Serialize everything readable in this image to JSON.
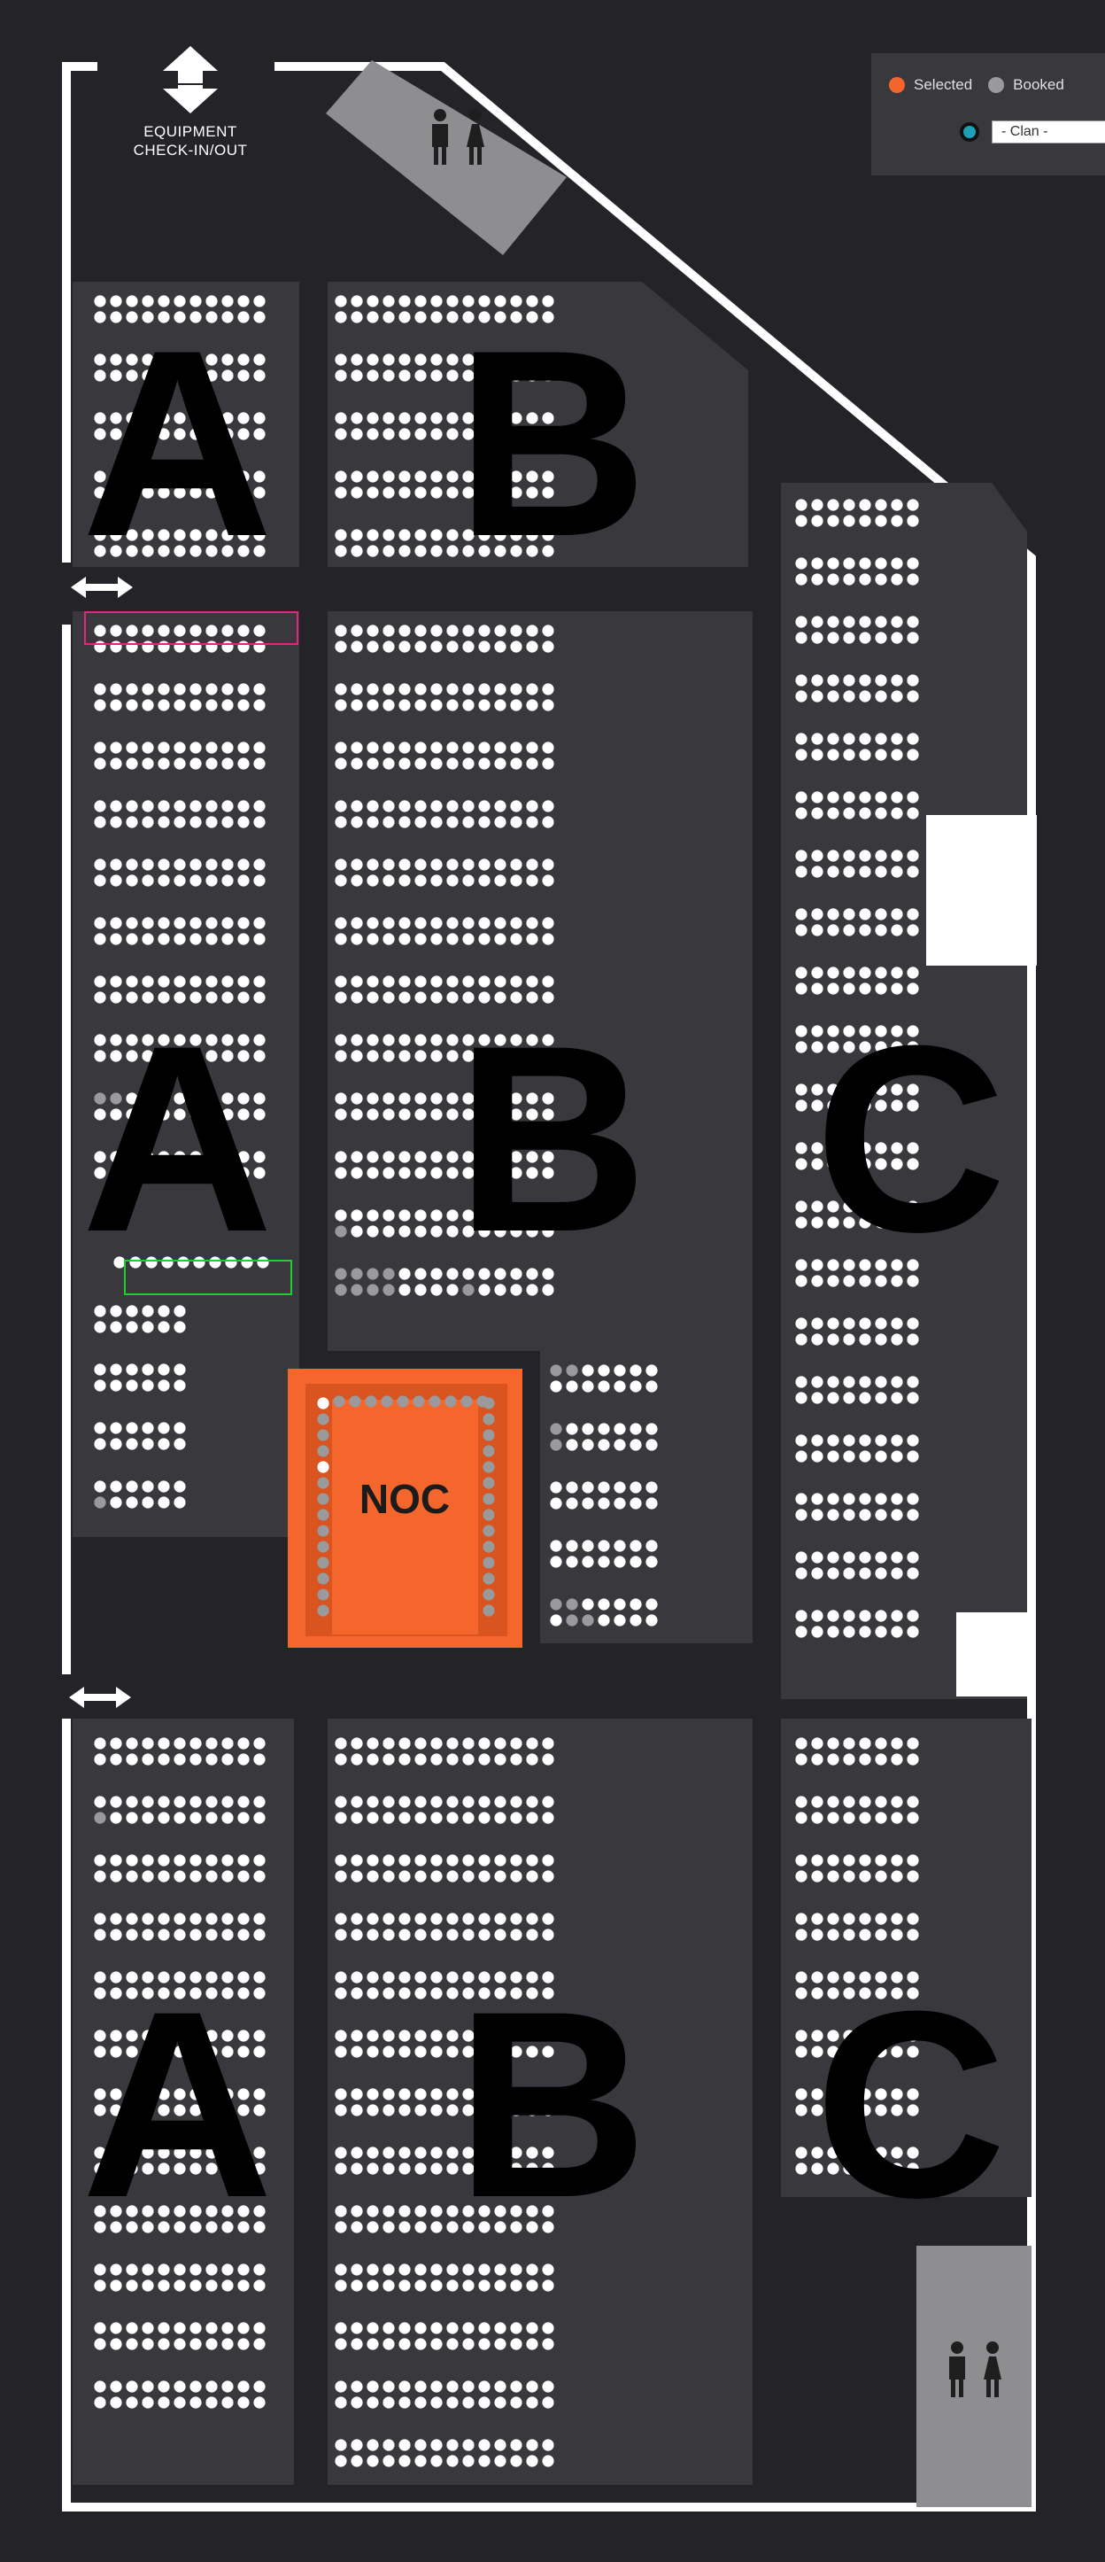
{
  "legend": {
    "selected_label": "Selected",
    "booked_label": "Booked",
    "clan_select_value": "- Clan -",
    "colors": {
      "selected": "#f4662b",
      "booked": "#9a999c",
      "available": "#ffffff",
      "clan": "#1aa0b7"
    }
  },
  "labels": {
    "equipment_line1": "EQUIPMENT",
    "equipment_line2": "CHECK-IN/OUT",
    "noc": "NOC"
  },
  "sections": {
    "top": {
      "a": "A",
      "b": "B"
    },
    "middle": {
      "a": "A",
      "b": "B",
      "c": "C"
    },
    "bottom": {
      "a": "A",
      "b": "B",
      "c": "C"
    }
  },
  "icons": [
    "restroom-icon",
    "equipment-arrows-icon",
    "double-arrow-icon"
  ],
  "colors": {
    "background": "#242327",
    "block": "#39383c",
    "noc": "#f4662b",
    "restroom": "#8e8e91"
  }
}
